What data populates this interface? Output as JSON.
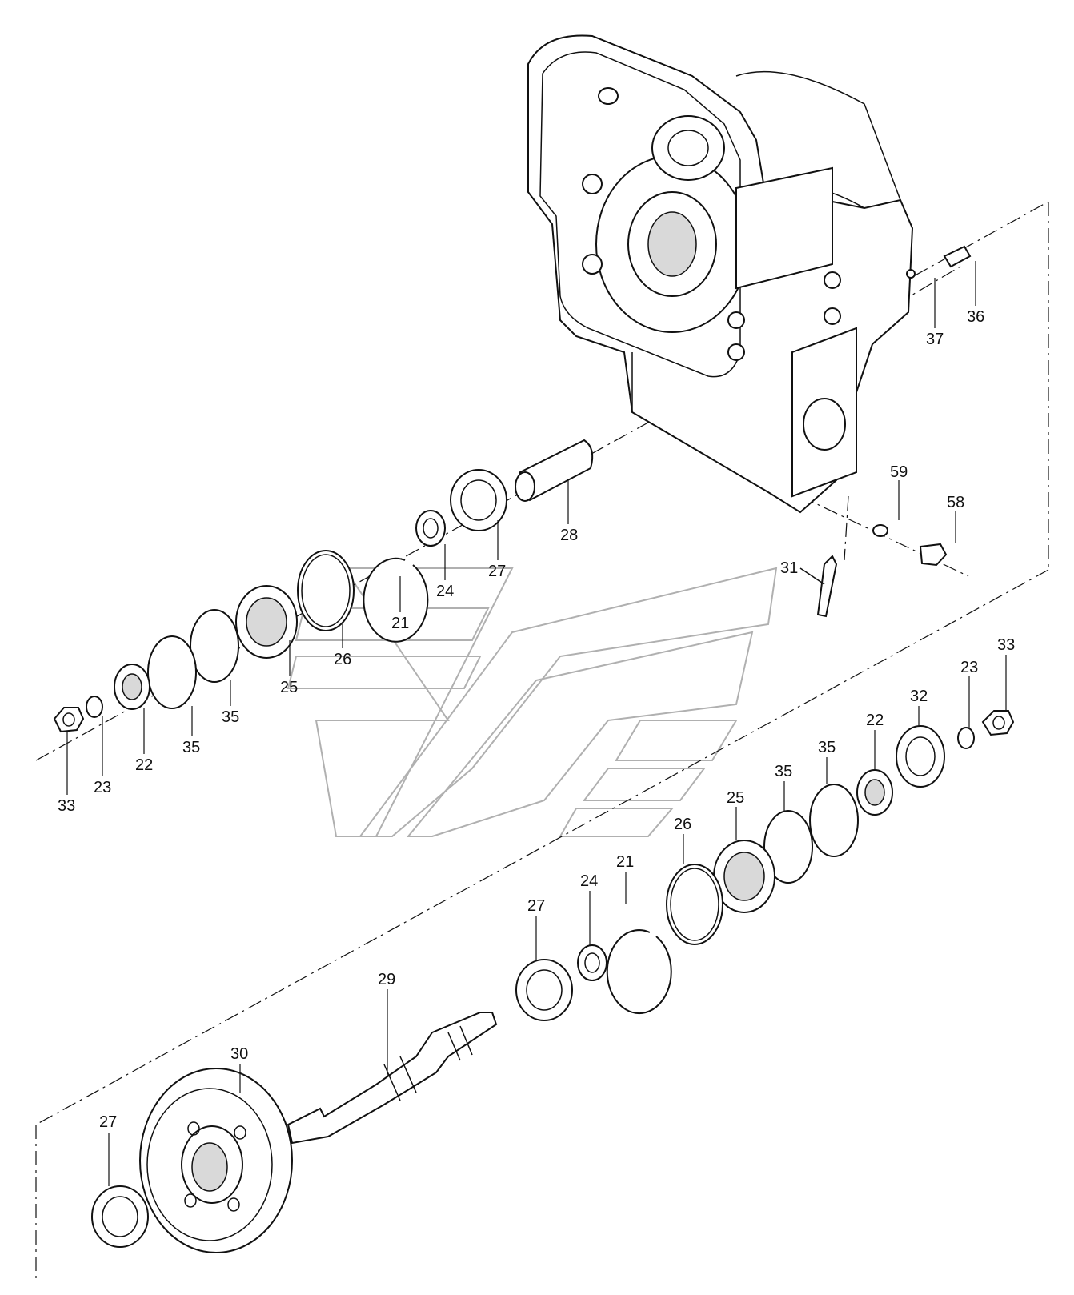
{
  "callouts": [
    {
      "label": "21"
    },
    {
      "label": "24"
    },
    {
      "label": "27"
    },
    {
      "label": "28"
    },
    {
      "label": "26"
    },
    {
      "label": "25"
    },
    {
      "label": "35"
    },
    {
      "label": "35"
    },
    {
      "label": "22"
    },
    {
      "label": "23"
    },
    {
      "label": "33"
    },
    {
      "label": "31"
    },
    {
      "label": "59"
    },
    {
      "label": "58"
    },
    {
      "label": "37"
    },
    {
      "label": "36"
    },
    {
      "label": "33"
    },
    {
      "label": "23"
    },
    {
      "label": "32"
    },
    {
      "label": "22"
    },
    {
      "label": "35"
    },
    {
      "label": "35"
    },
    {
      "label": "25"
    },
    {
      "label": "26"
    },
    {
      "label": "21"
    },
    {
      "label": "24"
    },
    {
      "label": "27"
    },
    {
      "label": "29"
    },
    {
      "label": "30"
    },
    {
      "label": "27"
    }
  ]
}
